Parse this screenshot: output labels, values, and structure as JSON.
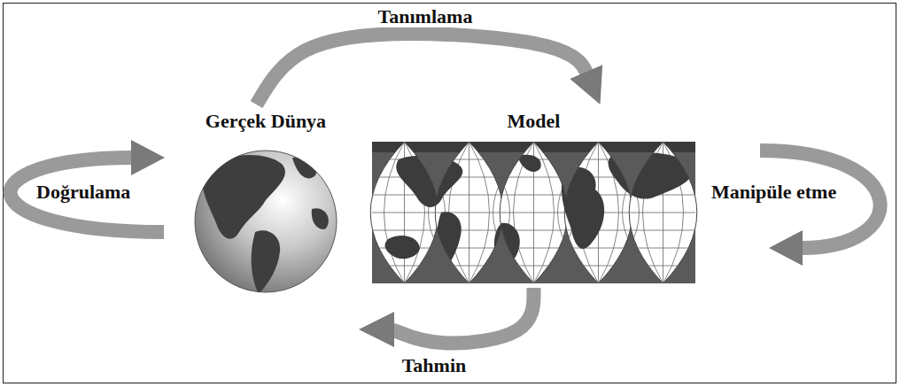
{
  "diagram": {
    "nodes": [
      {
        "text": [
          "Gerçek Dünya"
        ]
      },
      {
        "text": [
          "Model"
        ]
      }
    ],
    "edges": [
      {
        "from": 0,
        "to": 1,
        "arrow": "to",
        "label": "Tanımlama"
      },
      {
        "from": 1,
        "to": 0,
        "arrow": "to",
        "label": "Tahmin"
      }
    ],
    "labels": [
      "Doğrulama",
      "Manipüle etme"
    ]
  }
}
